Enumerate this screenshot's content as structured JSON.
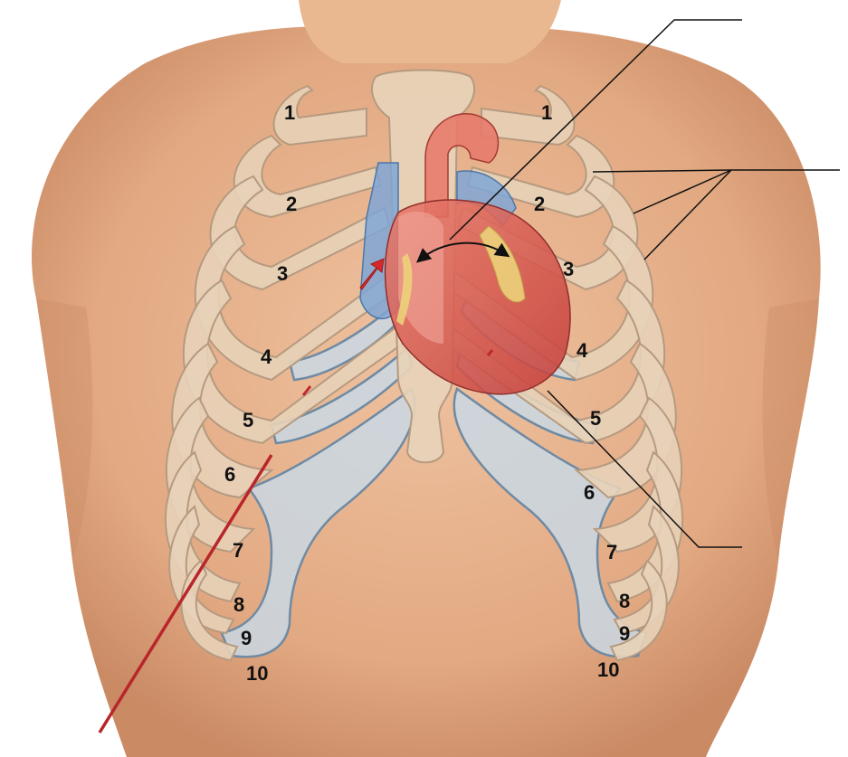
{
  "ribs": {
    "right_side": [
      "1",
      "2",
      "3",
      "4",
      "5",
      "6",
      "7",
      "8",
      "9",
      "10"
    ],
    "left_side": [
      "1",
      "2",
      "3",
      "4",
      "5",
      "6",
      "7",
      "8",
      "9",
      "10"
    ]
  },
  "colors": {
    "skin": "#e9b38f",
    "skin_shadow": "#d89a74",
    "bone": "#e7d2b8",
    "bone_outline": "#b59a80",
    "cartilage": "#c9d8e4",
    "cartilage_outline": "#6f8aa3",
    "heart_red": "#d9534f",
    "vein_blue": "#7fa6d6",
    "fat_yellow": "#ecd27a",
    "leader_line": "#111111",
    "needle": "#b8262b"
  },
  "icons": {
    "flow_arrow": "red-arrow-icon",
    "double_arrow": "double-headed-arrow-icon"
  }
}
